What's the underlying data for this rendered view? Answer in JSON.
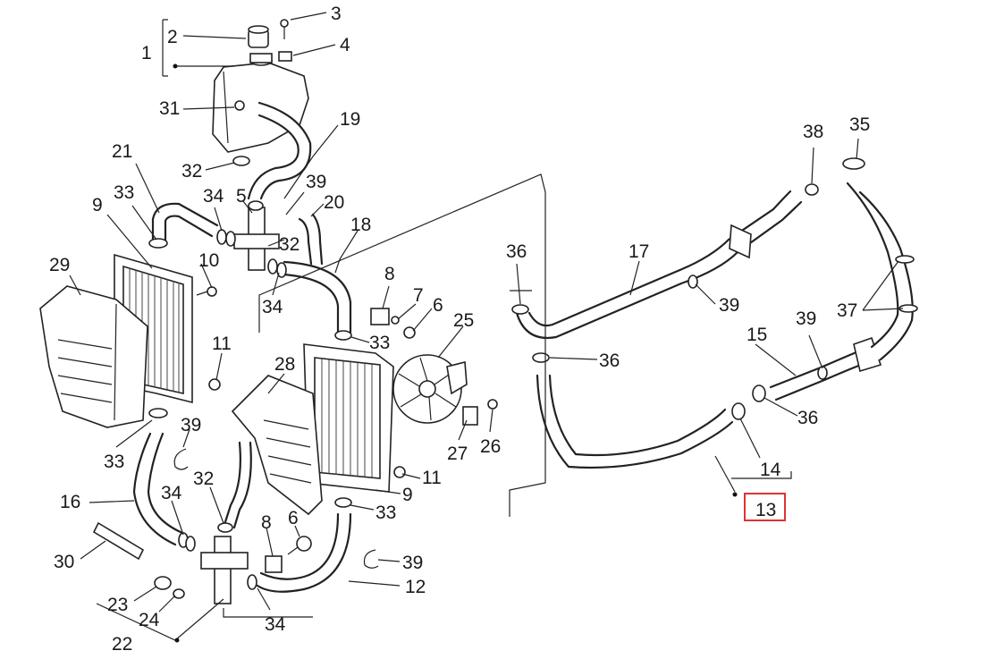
{
  "diagram": {
    "labels": [
      {
        "key": "l1",
        "text": "1"
      },
      {
        "key": "l2",
        "text": "2"
      },
      {
        "key": "l3",
        "text": "3"
      },
      {
        "key": "l4",
        "text": "4"
      },
      {
        "key": "l5",
        "text": "5"
      },
      {
        "key": "l6a",
        "text": "6"
      },
      {
        "key": "l6b",
        "text": "6"
      },
      {
        "key": "l7",
        "text": "7"
      },
      {
        "key": "l8a",
        "text": "8"
      },
      {
        "key": "l8b",
        "text": "8"
      },
      {
        "key": "l9a",
        "text": "9"
      },
      {
        "key": "l9b",
        "text": "9"
      },
      {
        "key": "l10",
        "text": "10"
      },
      {
        "key": "l11a",
        "text": "11"
      },
      {
        "key": "l11b",
        "text": "11"
      },
      {
        "key": "l12",
        "text": "12"
      },
      {
        "key": "l13",
        "text": "13"
      },
      {
        "key": "l14",
        "text": "14"
      },
      {
        "key": "l15",
        "text": "15"
      },
      {
        "key": "l16",
        "text": "16"
      },
      {
        "key": "l17",
        "text": "17"
      },
      {
        "key": "l18",
        "text": "18"
      },
      {
        "key": "l19",
        "text": "19"
      },
      {
        "key": "l20",
        "text": "20"
      },
      {
        "key": "l21",
        "text": "21"
      },
      {
        "key": "l22",
        "text": "22"
      },
      {
        "key": "l23",
        "text": "23"
      },
      {
        "key": "l24",
        "text": "24"
      },
      {
        "key": "l25",
        "text": "25"
      },
      {
        "key": "l26",
        "text": "26"
      },
      {
        "key": "l27",
        "text": "27"
      },
      {
        "key": "l28",
        "text": "28"
      },
      {
        "key": "l29",
        "text": "29"
      },
      {
        "key": "l30",
        "text": "30"
      },
      {
        "key": "l31",
        "text": "31"
      },
      {
        "key": "l32a",
        "text": "32"
      },
      {
        "key": "l32b",
        "text": "32"
      },
      {
        "key": "l32c",
        "text": "32"
      },
      {
        "key": "l33a",
        "text": "33"
      },
      {
        "key": "l33b",
        "text": "33"
      },
      {
        "key": "l33c",
        "text": "33"
      },
      {
        "key": "l33d",
        "text": "33"
      },
      {
        "key": "l34a",
        "text": "34"
      },
      {
        "key": "l34b",
        "text": "34"
      },
      {
        "key": "l34c",
        "text": "34"
      },
      {
        "key": "l34d",
        "text": "34"
      },
      {
        "key": "l35",
        "text": "35"
      },
      {
        "key": "l36a",
        "text": "36"
      },
      {
        "key": "l36b",
        "text": "36"
      },
      {
        "key": "l36c",
        "text": "36"
      },
      {
        "key": "l37",
        "text": "37"
      },
      {
        "key": "l38",
        "text": "38"
      },
      {
        "key": "l39a",
        "text": "39"
      },
      {
        "key": "l39b",
        "text": "39"
      },
      {
        "key": "l39c",
        "text": "39"
      },
      {
        "key": "l39d",
        "text": "39"
      },
      {
        "key": "l39e",
        "text": "39"
      }
    ],
    "highlight": {
      "label": "13",
      "color": "#d33333"
    }
  }
}
